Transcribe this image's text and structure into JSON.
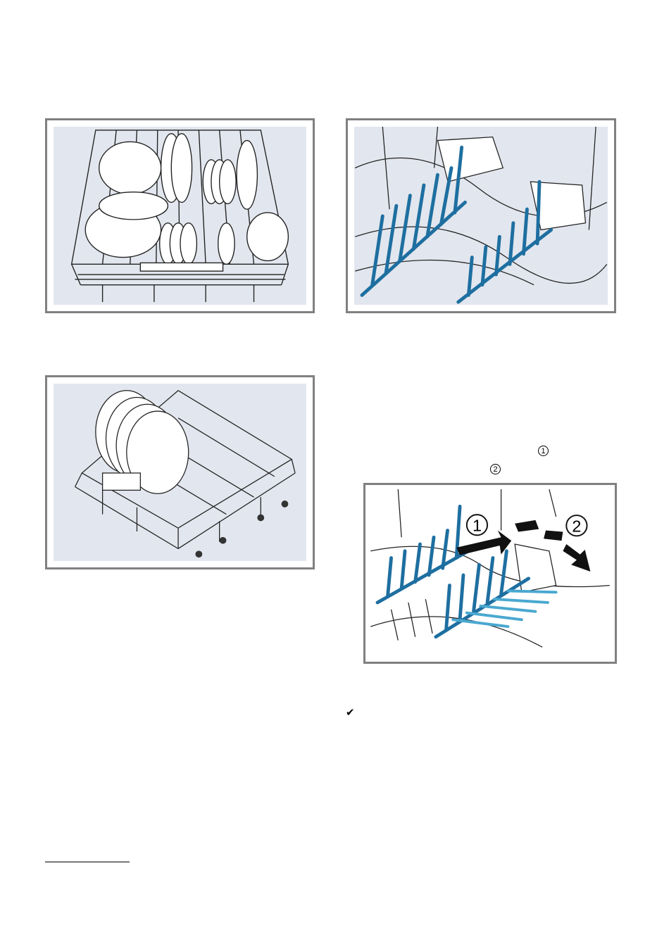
{
  "figure_4": {
    "callout_1": "1",
    "callout_2": "2"
  },
  "markers": {
    "step_1": "1",
    "step_2": "2"
  },
  "check": {
    "symbol": "✔"
  },
  "colors": {
    "panel_border": "#808080",
    "panel_fill": "#e2e6ee",
    "tine_blue": "#1e6fa0",
    "tine_light_blue": "#4aa8d0"
  }
}
